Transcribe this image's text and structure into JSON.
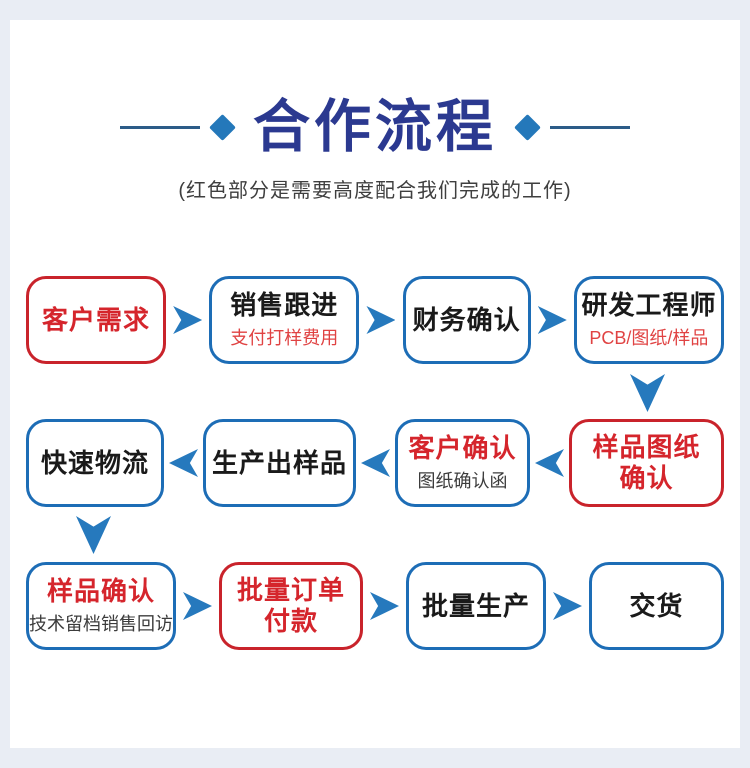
{
  "page": {
    "background_color": "#e9edf4",
    "card_color": "#ffffff"
  },
  "colors": {
    "title_navy": "#2b3990",
    "decor_line_blue": "#2c5c88",
    "diamond_blue": "#2478ba",
    "box_border_blue": "#1d6db6",
    "box_border_red": "#c9232b",
    "text_red": "#d5252c",
    "subtext_red": "#e04343",
    "arrow_blue": "#2679bd",
    "text_black": "#1a1a1a"
  },
  "icons": {
    "diamond": "diamond-shape",
    "arrow_right": "dart-right",
    "arrow_left": "dart-left",
    "arrow_down": "dart-down"
  },
  "header": {
    "title": "合作流程",
    "subtitle": "(红色部分是需要高度配合我们完成的工作)"
  },
  "flow": {
    "rows": [
      {
        "direction": "right",
        "nodes": [
          {
            "id": "customer-demand",
            "title": "客户需求",
            "border": "red",
            "title_color": "red"
          },
          {
            "id": "sales-follow-up",
            "title": "销售跟进",
            "subtitle": "支付打样费用",
            "border": "blue",
            "title_color": "black",
            "subtitle_color": "red"
          },
          {
            "id": "finance-confirm",
            "title": "财务确认",
            "border": "blue",
            "title_color": "black"
          },
          {
            "id": "rd-engineer",
            "title": "研发工程师",
            "subtitle": "PCB/图纸/样品",
            "border": "blue",
            "title_color": "black",
            "subtitle_color": "red"
          }
        ]
      },
      {
        "direction": "left",
        "nodes": [
          {
            "id": "fast-logistics",
            "title": "快速物流",
            "border": "blue",
            "title_color": "black"
          },
          {
            "id": "produce-sample",
            "title": "生产出样品",
            "border": "blue",
            "title_color": "black"
          },
          {
            "id": "customer-confirm",
            "title": "客户确认",
            "subtitle": "图纸确认函",
            "border": "blue",
            "title_color": "red",
            "subtitle_color": "dark"
          },
          {
            "id": "sample-drawing-confirm",
            "title": "样品图纸",
            "title_line2": "确认",
            "border": "red",
            "title_color": "red"
          }
        ]
      },
      {
        "direction": "right",
        "nodes": [
          {
            "id": "sample-confirm",
            "title": "样品确认",
            "subtitle": "技术留档销售回访",
            "border": "blue",
            "title_color": "red",
            "subtitle_color": "dark"
          },
          {
            "id": "bulk-order-payment",
            "title": "批量订单",
            "title_line2": "付款",
            "border": "red",
            "title_color": "red"
          },
          {
            "id": "bulk-production",
            "title": "批量生产",
            "border": "blue",
            "title_color": "black"
          },
          {
            "id": "delivery",
            "title": "交货",
            "border": "blue",
            "title_color": "black"
          }
        ]
      }
    ]
  }
}
